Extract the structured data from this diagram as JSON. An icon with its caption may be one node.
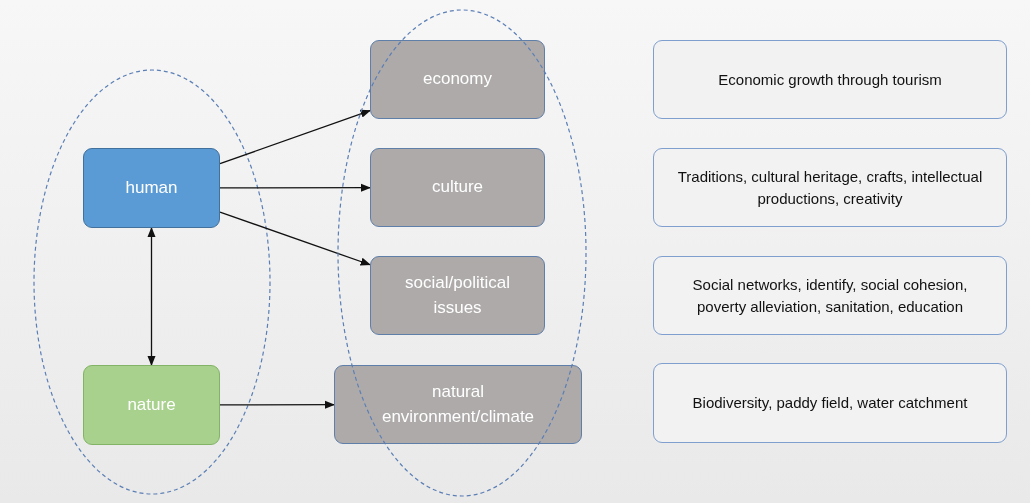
{
  "diagram": {
    "nodes": [
      {
        "text": [
          "human"
        ]
      },
      {
        "text": [
          "nature"
        ]
      },
      {
        "text": [
          "economy"
        ]
      },
      {
        "text": [
          "culture"
        ]
      },
      {
        "text": [
          "social/political issues"
        ]
      },
      {
        "text": [
          "natural environment/climate"
        ]
      },
      {
        "text": [
          "Economic growth through tourism"
        ]
      },
      {
        "text": [
          "Traditions, cultural heritage, crafts, intellectual productions, creativity"
        ]
      },
      {
        "text": [
          "Social networks, identify, social cohesion, poverty alleviation, sanitation, education"
        ]
      },
      {
        "text": [
          "Biodiversity, paddy field, water catchment"
        ]
      }
    ],
    "edges": [
      {
        "from": 0,
        "to": 2,
        "arrow": "to"
      },
      {
        "from": 0,
        "to": 3,
        "arrow": "to"
      },
      {
        "from": 0,
        "to": 4,
        "arrow": "to"
      },
      {
        "from": 0,
        "to": 1,
        "arrow": "both"
      },
      {
        "from": 1,
        "to": 5,
        "arrow": "to"
      }
    ]
  }
}
